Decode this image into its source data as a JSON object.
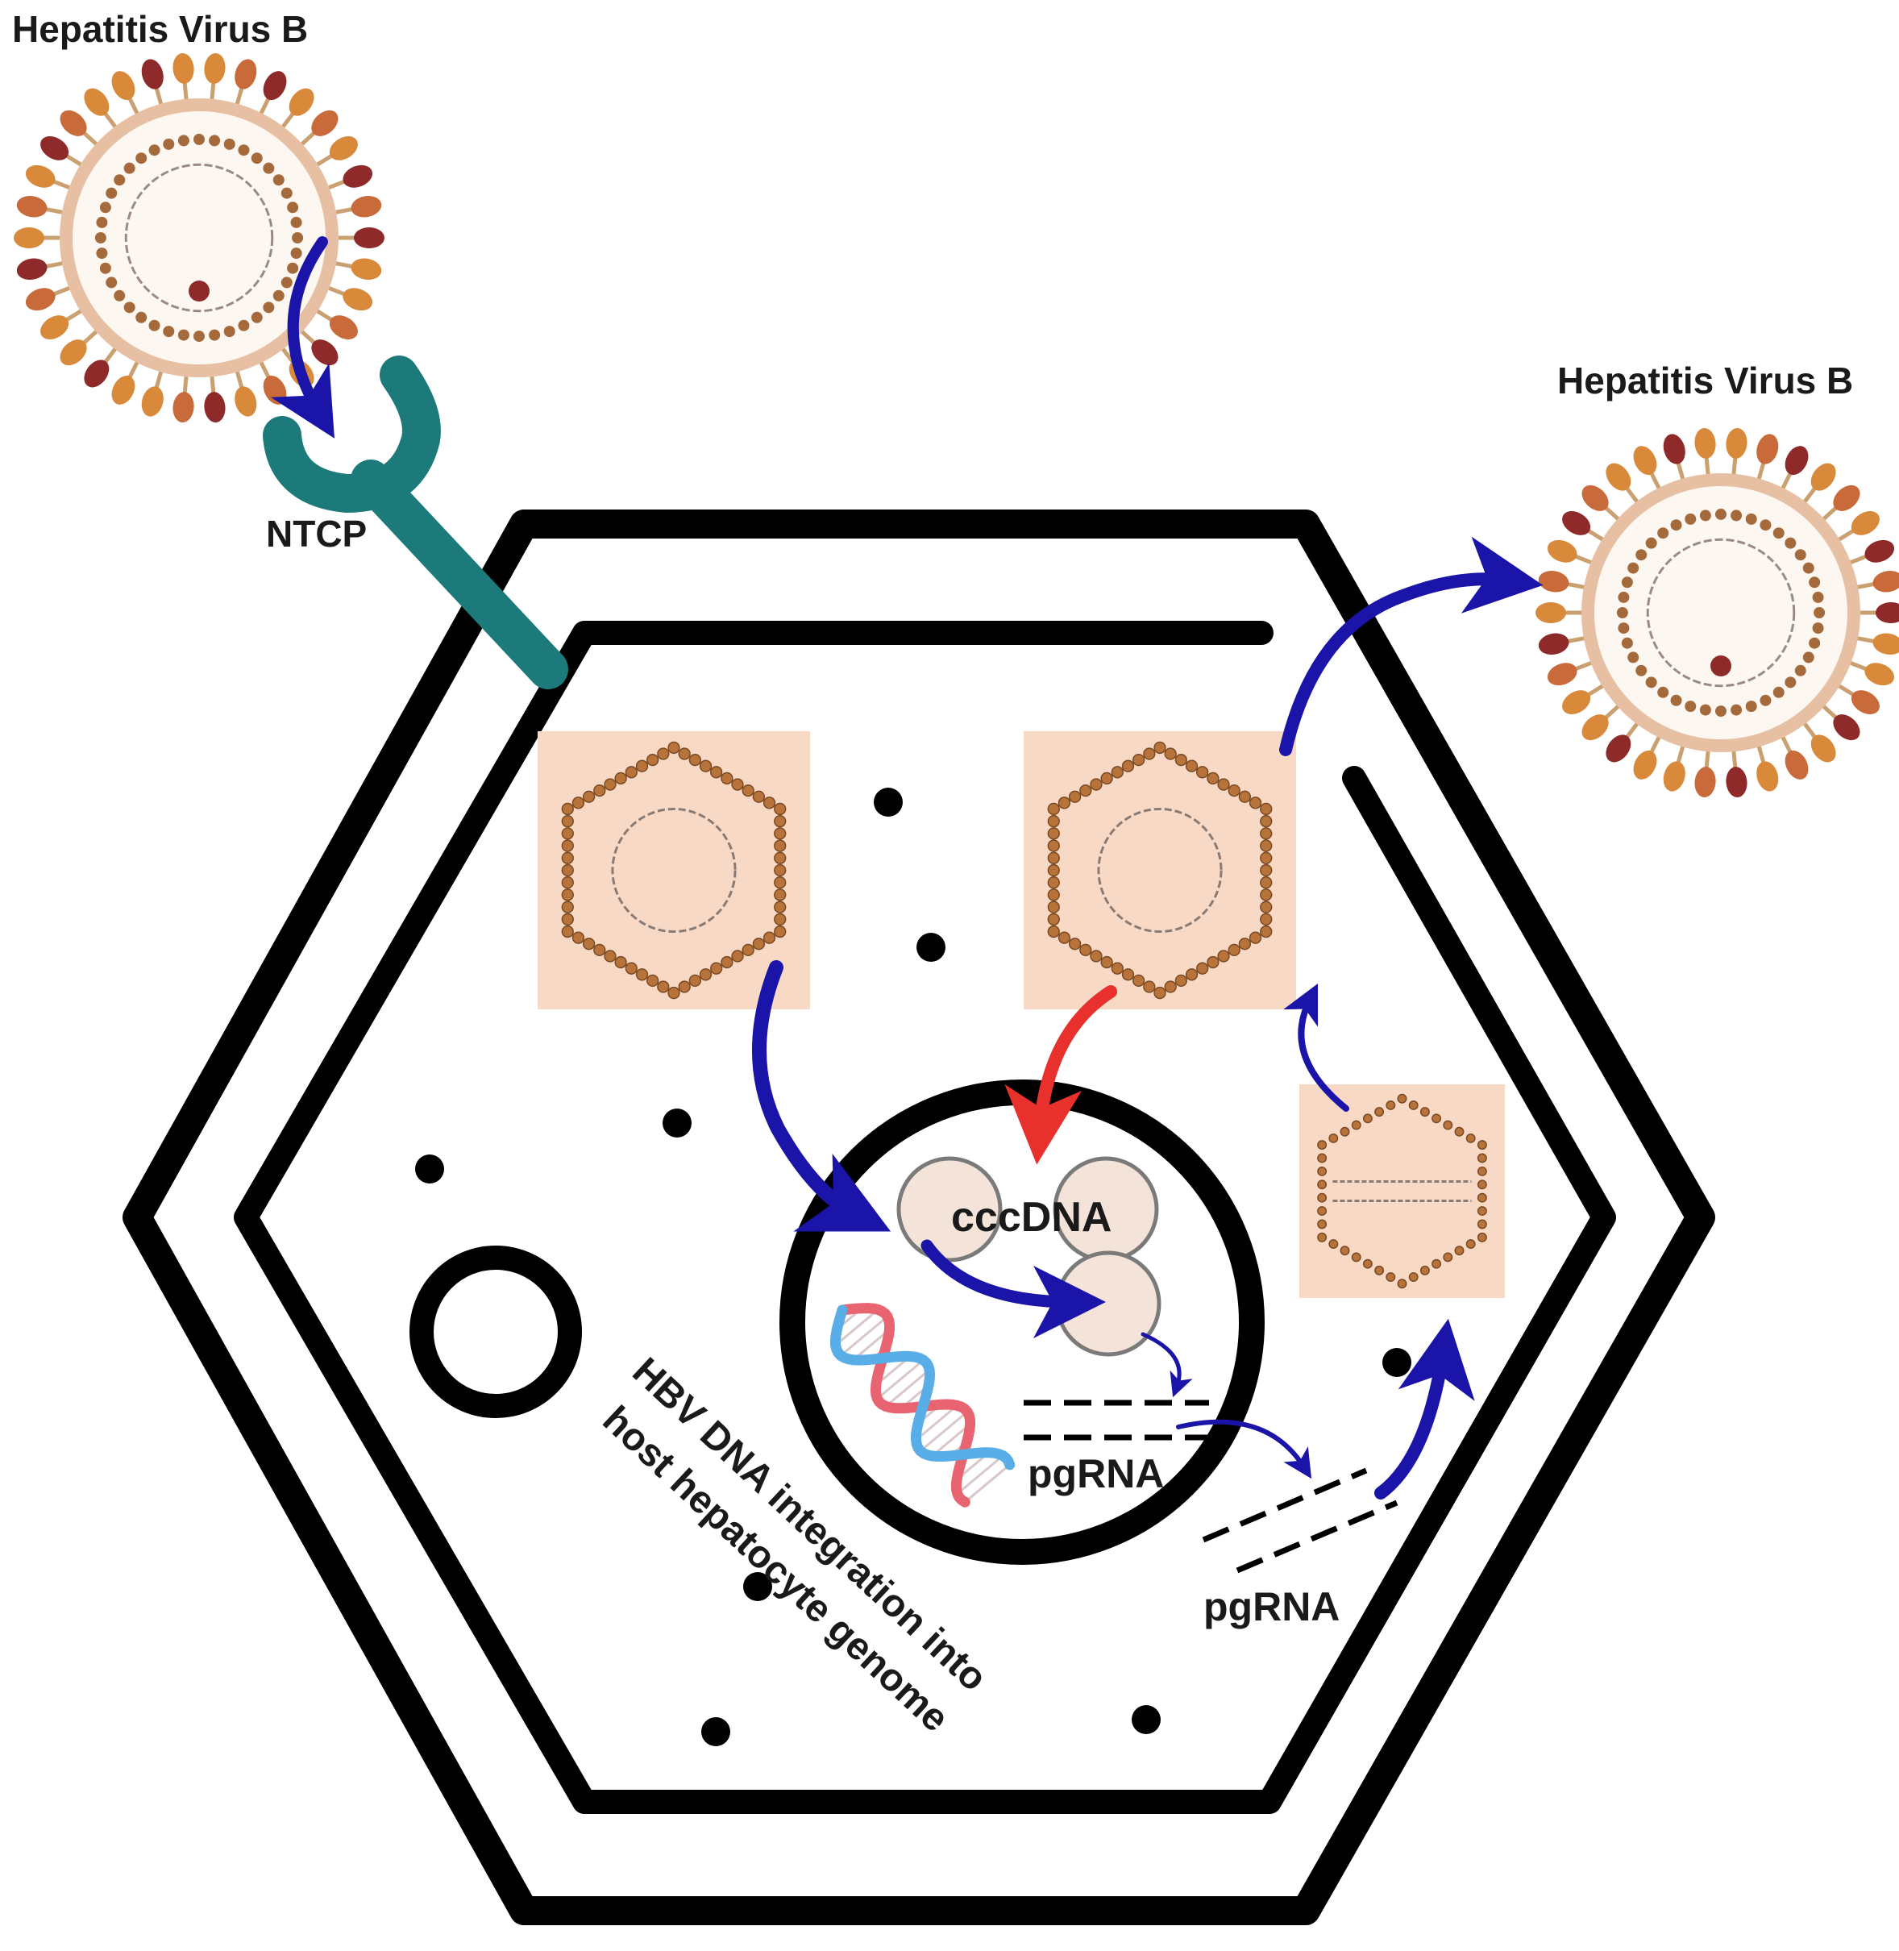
{
  "labels": {
    "virus_in": "Hepatitis Virus B",
    "virus_out": "Hepatitis Virus B",
    "receptor": "NTCP",
    "cccdna": "cccDNA",
    "pgrna_nucleus": "pgRNA",
    "pgrna_cytoplasm": "pgRNA",
    "integration_line1": "HBV DNA integration into",
    "integration_line2": "host hepatocyte genome"
  },
  "colors": {
    "outline": "#000000",
    "receptor": "#1c7a7a",
    "arrow_blue": "#1a14a8",
    "arrow_red": "#e8302c",
    "capsid_bg": "#f7d9c6",
    "capsid_bead": "#b8733a",
    "spike_orange": "#d8893a",
    "spike_red": "#8e2a2a",
    "dna_blue": "#5aaee8",
    "dna_red": "#e86470"
  },
  "icons": {
    "virus": "hbv-virion-icon",
    "capsid": "hexagonal-capsid-icon",
    "dna": "double-helix-icon"
  }
}
